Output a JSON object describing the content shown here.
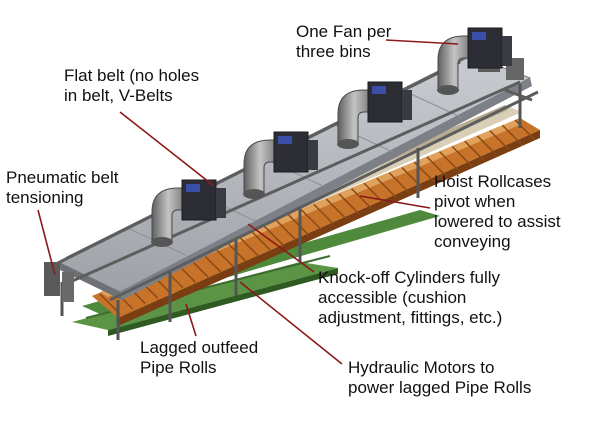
{
  "labels": {
    "fan": [
      "One Fan per",
      "three bins"
    ],
    "flat_belt": [
      "Flat belt (no holes",
      "in belt, V-Belts"
    ],
    "pneumatic": [
      "Pneumatic belt",
      "tensioning"
    ],
    "hoist": [
      "Hoist Rollcases",
      "pivot when",
      "lowered to assist",
      "conveying"
    ],
    "knockoff": [
      "Knock-off Cylinders fully",
      "accessible (cushion",
      "adjustment, fittings, etc.)"
    ],
    "lagged": [
      "Lagged outfeed",
      "Pipe Rolls"
    ],
    "hydraulic": [
      "Hydraulic Motors to",
      "power lagged Pipe Rolls"
    ]
  },
  "colors": {
    "leader": "#8b1a1a",
    "frame": "#6d6d6d",
    "belt": "#b9bcc2",
    "rollcase": "#b5651d",
    "pipe_roll": "#4f8a3c",
    "fan": "#8a8a8a",
    "motor": "#2d2d36",
    "motor_badge": "#3b4ea8",
    "text": "#111111"
  }
}
